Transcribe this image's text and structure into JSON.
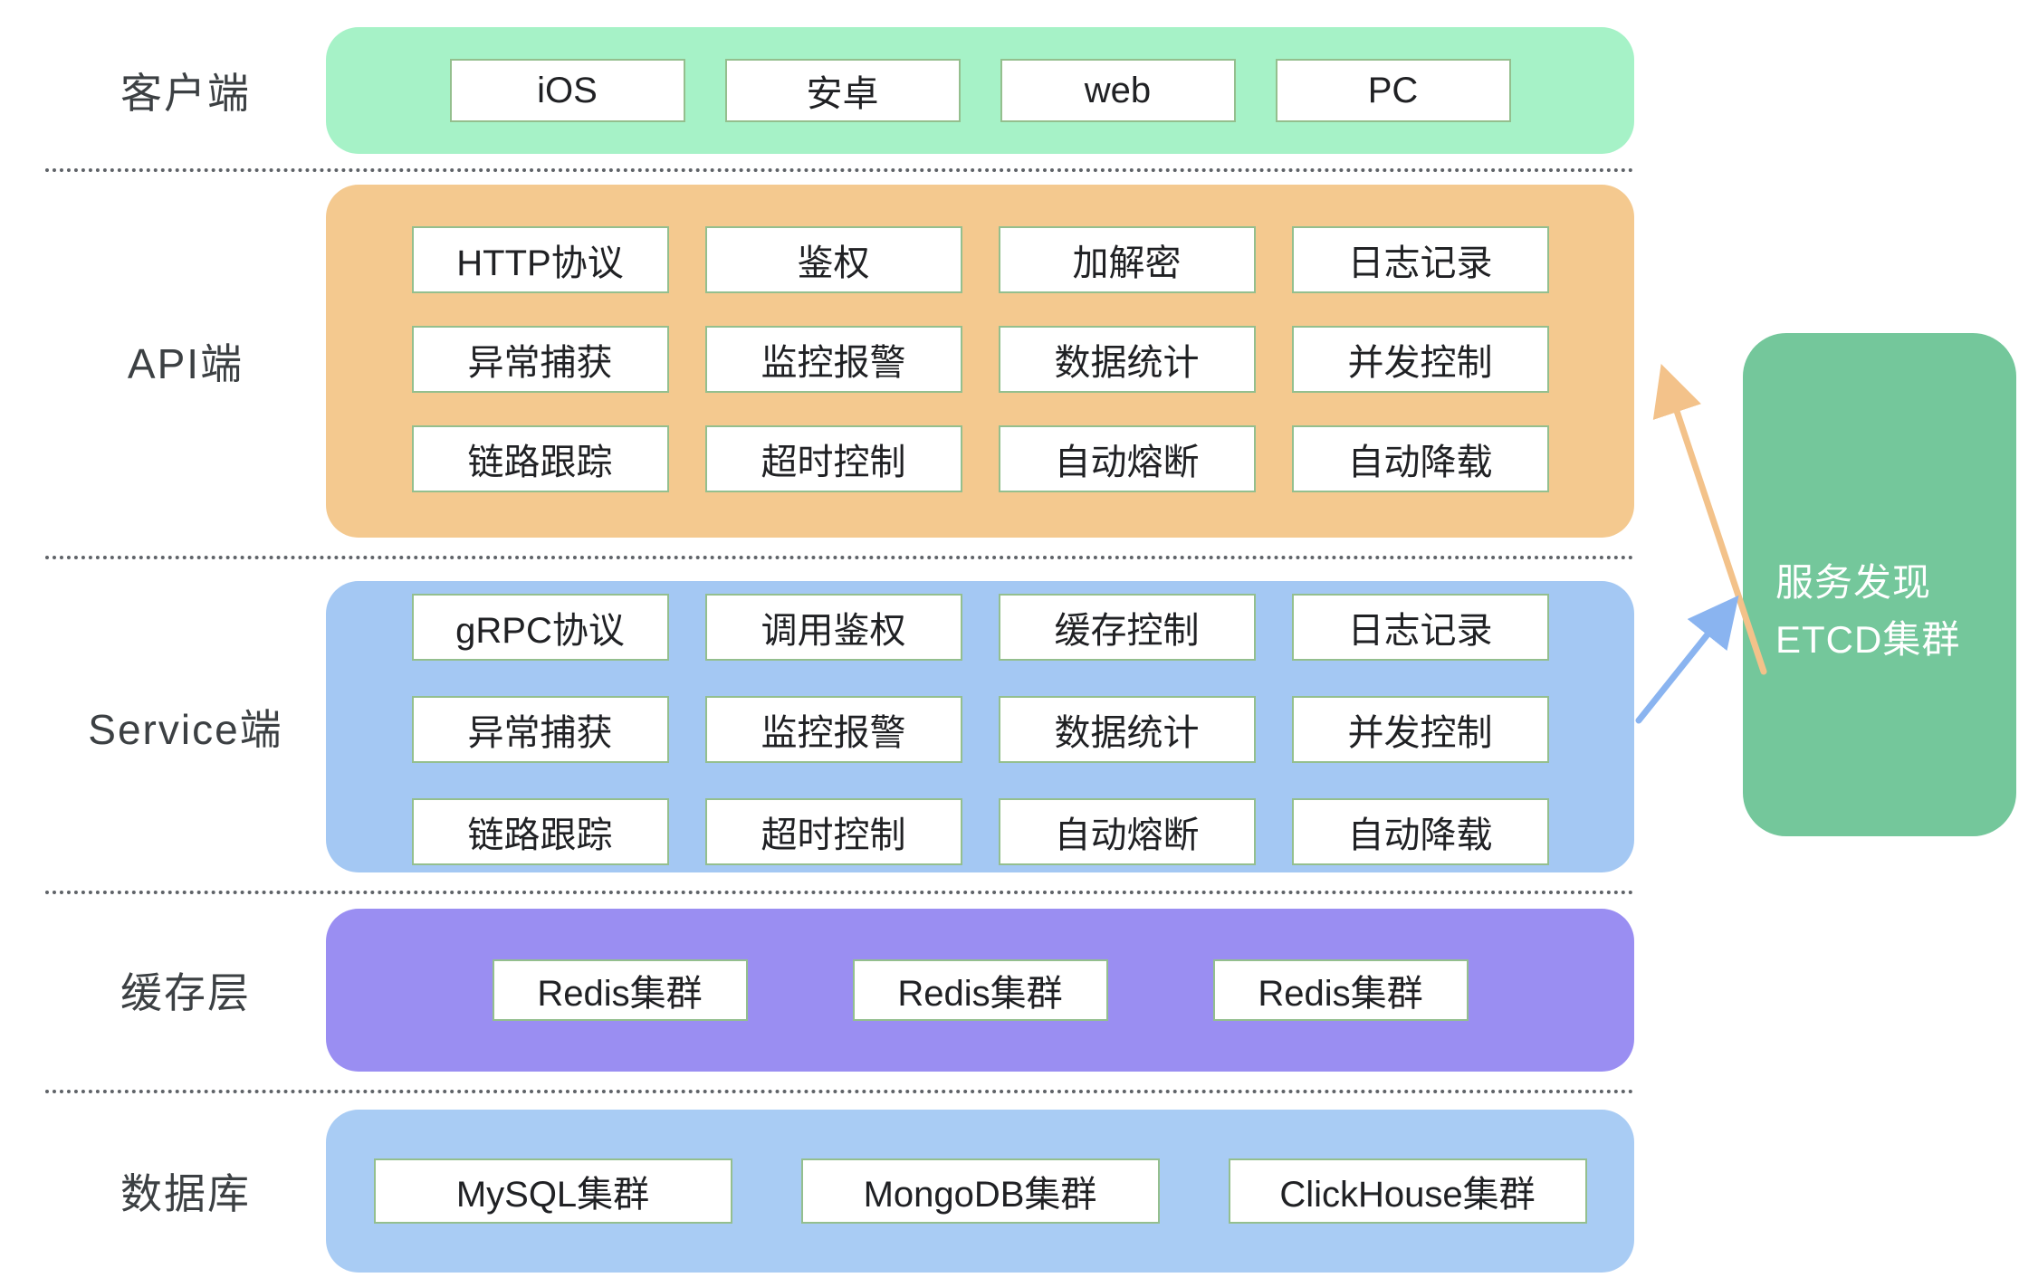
{
  "diagram": {
    "labels": {
      "client": "客户端",
      "api": "API端",
      "service": "Service端",
      "cache": "缓存层",
      "db": "数据库"
    },
    "client": {
      "color": "#a6f2c7",
      "items": [
        "iOS",
        "安卓",
        "web",
        "PC"
      ]
    },
    "api": {
      "color": "#f4c98f",
      "rows": [
        [
          "HTTP协议",
          "鉴权",
          "加解密",
          "日志记录"
        ],
        [
          "异常捕获",
          "监控报警",
          "数据统计",
          "并发控制"
        ],
        [
          "链路跟踪",
          "超时控制",
          "自动熔断",
          "自动降载"
        ]
      ]
    },
    "service": {
      "color": "#a4c8f3",
      "rows": [
        [
          "gRPC协议",
          "调用鉴权",
          "缓存控制",
          "日志记录"
        ],
        [
          "异常捕获",
          "监控报警",
          "数据统计",
          "并发控制"
        ],
        [
          "链路跟踪",
          "超时控制",
          "自动熔断",
          "自动降载"
        ]
      ]
    },
    "cache": {
      "color": "#9a8ef2",
      "items": [
        "Redis集群",
        "Redis集群",
        "Redis集群"
      ]
    },
    "db": {
      "color": "#a9ccf4",
      "items": [
        "MySQL集群",
        "MongoDB集群",
        "ClickHouse集群"
      ]
    },
    "etcd": {
      "color": "#74c79b",
      "line1": "服务发现",
      "line2": "ETCD集群"
    },
    "arrows": {
      "etcd_to_api": "#f3c28a",
      "service_to_etcd": "#8ab4f0"
    }
  }
}
